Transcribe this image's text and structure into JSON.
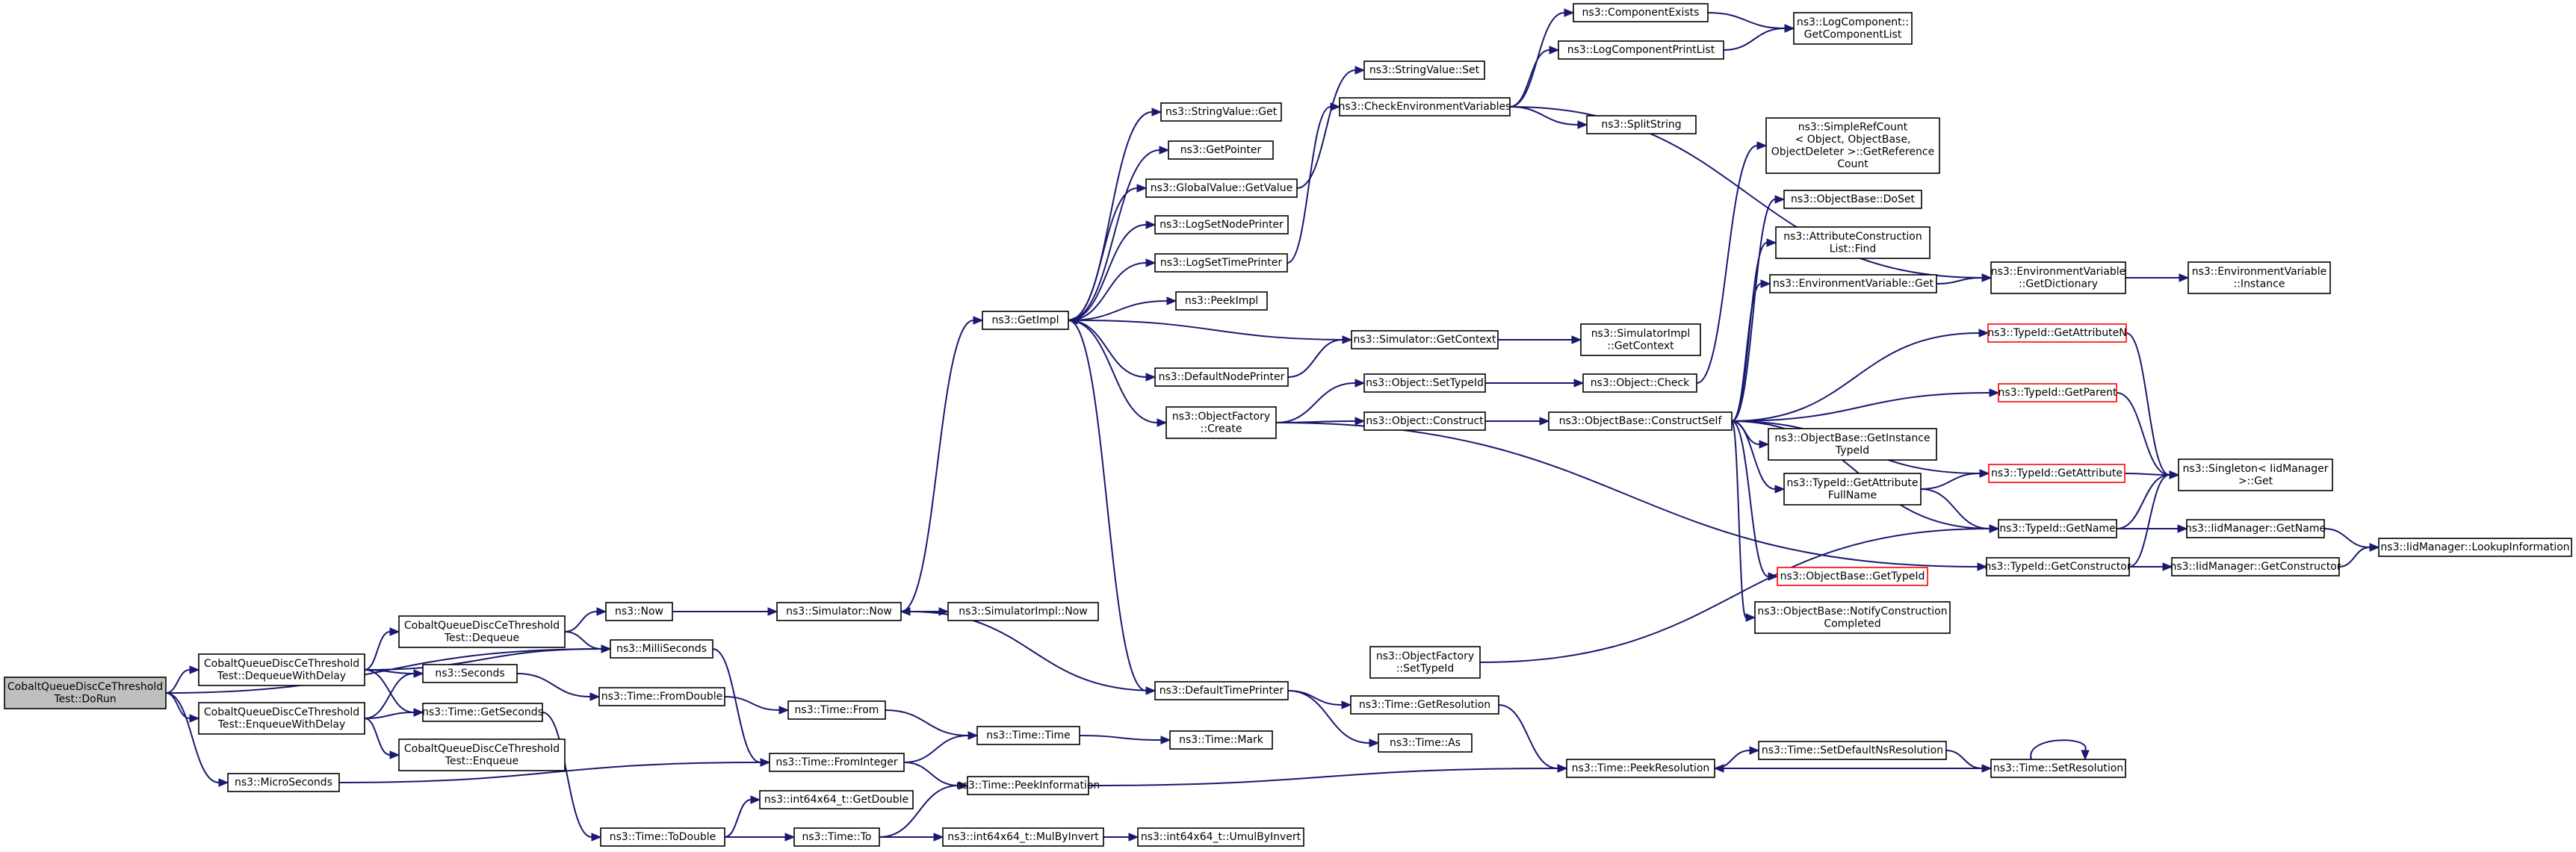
{
  "colors": {
    "edge": "#191970",
    "node_border": "#000000",
    "node_fill": "#ffffff",
    "root_fill": "#bfbfbf",
    "truncated_border": "#ff0000"
  },
  "nodes": [
    {
      "id": "dorun",
      "lines": [
        "CobaltQueueDiscCeThreshold",
        "Test::DoRun"
      ],
      "style": "root"
    },
    {
      "id": "deqdelay",
      "lines": [
        "CobaltQueueDiscCeThreshold",
        "Test::DequeueWithDelay"
      ]
    },
    {
      "id": "enqdelay",
      "lines": [
        "CobaltQueueDiscCeThreshold",
        "Test::EnqueueWithDelay"
      ]
    },
    {
      "id": "microseconds",
      "lines": [
        "ns3::MicroSeconds"
      ]
    },
    {
      "id": "dequeue",
      "lines": [
        "CobaltQueueDiscCeThreshold",
        "Test::Dequeue"
      ]
    },
    {
      "id": "milliseconds",
      "lines": [
        "ns3::MilliSeconds"
      ]
    },
    {
      "id": "seconds",
      "lines": [
        "ns3::Seconds"
      ]
    },
    {
      "id": "getseconds",
      "lines": [
        "ns3::Time::GetSeconds"
      ]
    },
    {
      "id": "enqueue",
      "lines": [
        "CobaltQueueDiscCeThreshold",
        "Test::Enqueue"
      ]
    },
    {
      "id": "now",
      "lines": [
        "ns3::Now"
      ]
    },
    {
      "id": "fromdouble",
      "lines": [
        "ns3::Time::FromDouble"
      ]
    },
    {
      "id": "todouble",
      "lines": [
        "ns3::Time::ToDouble"
      ]
    },
    {
      "id": "simnow",
      "lines": [
        "ns3::Simulator::Now"
      ]
    },
    {
      "id": "timefrom",
      "lines": [
        "ns3::Time::From"
      ]
    },
    {
      "id": "frominteger",
      "lines": [
        "ns3::Time::FromInteger"
      ]
    },
    {
      "id": "getdouble",
      "lines": [
        "ns3::int64x64_t::GetDouble"
      ]
    },
    {
      "id": "timeto",
      "lines": [
        "ns3::Time::To"
      ]
    },
    {
      "id": "simimplnow",
      "lines": [
        "ns3::SimulatorImpl::Now"
      ]
    },
    {
      "id": "timetime",
      "lines": [
        "ns3::Time::Time"
      ]
    },
    {
      "id": "peekinfo",
      "lines": [
        "ns3::Time::PeekInformation"
      ]
    },
    {
      "id": "mulbyinvert",
      "lines": [
        "ns3::int64x64_t::MulByInvert"
      ]
    },
    {
      "id": "getimpl",
      "lines": [
        "ns3::GetImpl"
      ]
    },
    {
      "id": "stringvalueget",
      "lines": [
        "ns3::StringValue::Get"
      ]
    },
    {
      "id": "getpointer",
      "lines": [
        "ns3::GetPointer"
      ]
    },
    {
      "id": "globalvalue",
      "lines": [
        "ns3::GlobalValue::GetValue"
      ]
    },
    {
      "id": "logsetnode",
      "lines": [
        "ns3::LogSetNodePrinter"
      ]
    },
    {
      "id": "logsettime",
      "lines": [
        "ns3::LogSetTimePrinter"
      ]
    },
    {
      "id": "peekimpl",
      "lines": [
        "ns3::PeekImpl"
      ]
    },
    {
      "id": "defaultnode",
      "lines": [
        "ns3::DefaultNodePrinter"
      ]
    },
    {
      "id": "objfactorycreate",
      "lines": [
        "ns3::ObjectFactory",
        "::Create"
      ]
    },
    {
      "id": "defaulttime",
      "lines": [
        "ns3::DefaultTimePrinter"
      ]
    },
    {
      "id": "timemark",
      "lines": [
        "ns3::Time::Mark"
      ]
    },
    {
      "id": "umulbyinvert",
      "lines": [
        "ns3::int64x64_t::UmulByInvert"
      ]
    },
    {
      "id": "stringvalueset",
      "lines": [
        "ns3::StringValue::Set"
      ]
    },
    {
      "id": "checkenv",
      "lines": [
        "ns3::CheckEnvironmentVariables"
      ]
    },
    {
      "id": "simgetcontext",
      "lines": [
        "ns3::Simulator::GetContext"
      ]
    },
    {
      "id": "objsettypeid",
      "lines": [
        "ns3::Object::SetTypeId"
      ]
    },
    {
      "id": "objconstruct",
      "lines": [
        "ns3::Object::Construct"
      ]
    },
    {
      "id": "objfactorysettypeid",
      "lines": [
        "ns3::ObjectFactory",
        "::SetTypeId"
      ]
    },
    {
      "id": "getresolution",
      "lines": [
        "ns3::Time::GetResolution"
      ]
    },
    {
      "id": "timeas",
      "lines": [
        "ns3::Time::As"
      ]
    },
    {
      "id": "peekresolution",
      "lines": [
        "ns3::Time::PeekResolution"
      ]
    },
    {
      "id": "componentexists",
      "lines": [
        "ns3::ComponentExists"
      ]
    },
    {
      "id": "logcompprint",
      "lines": [
        "ns3::LogComponentPrintList"
      ]
    },
    {
      "id": "splitstring",
      "lines": [
        "ns3::SplitString"
      ]
    },
    {
      "id": "simimplgetcontext",
      "lines": [
        "ns3::SimulatorImpl",
        "::GetContext"
      ]
    },
    {
      "id": "objcheck",
      "lines": [
        "ns3::Object::Check"
      ]
    },
    {
      "id": "constructself",
      "lines": [
        "ns3::ObjectBase::ConstructSelf"
      ]
    },
    {
      "id": "logcompgetlist",
      "lines": [
        "ns3::LogComponent::",
        "GetComponentList"
      ]
    },
    {
      "id": "simplerefcount",
      "lines": [
        "ns3::SimpleRefCount",
        "< Object, ObjectBase,",
        "ObjectDeleter >::GetReference",
        "Count"
      ]
    },
    {
      "id": "objbasedoset",
      "lines": [
        "ns3::ObjectBase::DoSet"
      ]
    },
    {
      "id": "attrconstruct",
      "lines": [
        "ns3::AttributeConstruction",
        "List::Find"
      ]
    },
    {
      "id": "envvarget",
      "lines": [
        "ns3::EnvironmentVariable::Get"
      ]
    },
    {
      "id": "getinstancetypeid",
      "lines": [
        "ns3::ObjectBase::GetInstance",
        "TypeId"
      ]
    },
    {
      "id": "getattrfullname",
      "lines": [
        "ns3::TypeId::GetAttribute",
        "FullName"
      ]
    },
    {
      "id": "objbasegettypeid",
      "lines": [
        "ns3::ObjectBase::GetTypeId"
      ],
      "style": "red"
    },
    {
      "id": "notifyconstruct",
      "lines": [
        "ns3::ObjectBase::NotifyConstruction",
        "Completed"
      ]
    },
    {
      "id": "setdefaultns",
      "lines": [
        "ns3::Time::SetDefaultNsResolution"
      ]
    },
    {
      "id": "envvargetdict",
      "lines": [
        "ns3::EnvironmentVariable",
        "::GetDictionary"
      ]
    },
    {
      "id": "typeidgetattrn",
      "lines": [
        "ns3::TypeId::GetAttributeN"
      ],
      "style": "red"
    },
    {
      "id": "typeidgetparent",
      "lines": [
        "ns3::TypeId::GetParent"
      ],
      "style": "red"
    },
    {
      "id": "typeidgetattr",
      "lines": [
        "ns3::TypeId::GetAttribute"
      ],
      "style": "red"
    },
    {
      "id": "typeidgetname",
      "lines": [
        "ns3::TypeId::GetName"
      ]
    },
    {
      "id": "typeidgetctor",
      "lines": [
        "ns3::TypeId::GetConstructor"
      ]
    },
    {
      "id": "setresolution",
      "lines": [
        "ns3::Time::SetResolution"
      ]
    },
    {
      "id": "envvarinstance",
      "lines": [
        "ns3::EnvironmentVariable",
        "::Instance"
      ]
    },
    {
      "id": "singletonget",
      "lines": [
        "ns3::Singleton< IidManager",
        ">::Get"
      ]
    },
    {
      "id": "iidgetname",
      "lines": [
        "ns3::IidManager::GetName"
      ]
    },
    {
      "id": "iidgetctor",
      "lines": [
        "ns3::IidManager::GetConstructor"
      ]
    },
    {
      "id": "iidlookup",
      "lines": [
        "ns3::IidManager::LookupInformation"
      ]
    }
  ],
  "edges": [
    [
      "dorun",
      "deqdelay"
    ],
    [
      "dorun",
      "enqdelay"
    ],
    [
      "dorun",
      "microseconds"
    ],
    [
      "dorun",
      "milliseconds"
    ],
    [
      "deqdelay",
      "dequeue"
    ],
    [
      "deqdelay",
      "milliseconds"
    ],
    [
      "deqdelay",
      "seconds"
    ],
    [
      "deqdelay",
      "getseconds"
    ],
    [
      "enqdelay",
      "seconds"
    ],
    [
      "enqdelay",
      "getseconds"
    ],
    [
      "enqdelay",
      "enqueue"
    ],
    [
      "microseconds",
      "frominteger"
    ],
    [
      "dequeue",
      "now"
    ],
    [
      "dequeue",
      "milliseconds"
    ],
    [
      "milliseconds",
      "frominteger"
    ],
    [
      "seconds",
      "fromdouble"
    ],
    [
      "getseconds",
      "todouble"
    ],
    [
      "now",
      "simnow"
    ],
    [
      "fromdouble",
      "timefrom"
    ],
    [
      "todouble",
      "getdouble"
    ],
    [
      "todouble",
      "timeto"
    ],
    [
      "simnow",
      "simimplnow"
    ],
    [
      "simnow",
      "getimpl"
    ],
    [
      "timefrom",
      "timetime"
    ],
    [
      "frominteger",
      "timetime"
    ],
    [
      "frominteger",
      "peekinfo"
    ],
    [
      "timeto",
      "peekinfo"
    ],
    [
      "timeto",
      "mulbyinvert"
    ],
    [
      "timetime",
      "timemark"
    ],
    [
      "peekinfo",
      "peekresolution"
    ],
    [
      "mulbyinvert",
      "umulbyinvert"
    ],
    [
      "getimpl",
      "stringvalueget"
    ],
    [
      "getimpl",
      "getpointer"
    ],
    [
      "getimpl",
      "globalvalue"
    ],
    [
      "getimpl",
      "logsetnode"
    ],
    [
      "getimpl",
      "logsettime"
    ],
    [
      "getimpl",
      "peekimpl"
    ],
    [
      "getimpl",
      "defaultnode"
    ],
    [
      "getimpl",
      "objfactorycreate"
    ],
    [
      "getimpl",
      "defaulttime"
    ],
    [
      "globalvalue",
      "stringvalueset"
    ],
    [
      "logsettime",
      "checkenv"
    ],
    [
      "defaultnode",
      "simgetcontext"
    ],
    [
      "simgetcontext",
      "getimpl"
    ],
    [
      "simgetcontext",
      "simimplgetcontext"
    ],
    [
      "objfactorycreate",
      "objsettypeid"
    ],
    [
      "objfactorycreate",
      "objconstruct"
    ],
    [
      "objfactorycreate",
      "typeidgetctor"
    ],
    [
      "defaulttime",
      "simnow"
    ],
    [
      "defaulttime",
      "getresolution"
    ],
    [
      "defaulttime",
      "timeas"
    ],
    [
      "checkenv",
      "componentexists"
    ],
    [
      "checkenv",
      "logcompprint"
    ],
    [
      "checkenv",
      "splitstring"
    ],
    [
      "checkenv",
      "envvargetdict"
    ],
    [
      "componentexists",
      "logcompgetlist"
    ],
    [
      "logcompprint",
      "logcompgetlist"
    ],
    [
      "objsettypeid",
      "objcheck"
    ],
    [
      "objconstruct",
      "constructself"
    ],
    [
      "objcheck",
      "simplerefcount"
    ],
    [
      "objfactorysettypeid",
      "typeidgetname"
    ],
    [
      "getresolution",
      "peekresolution"
    ],
    [
      "constructself",
      "objbasedoset"
    ],
    [
      "constructself",
      "attrconstruct"
    ],
    [
      "constructself",
      "envvarget"
    ],
    [
      "constructself",
      "typeidgetattrn"
    ],
    [
      "constructself",
      "typeidgetparent"
    ],
    [
      "constructself",
      "getinstancetypeid"
    ],
    [
      "constructself",
      "typeidgetattr"
    ],
    [
      "constructself",
      "getattrfullname"
    ],
    [
      "constructself",
      "typeidgetname"
    ],
    [
      "constructself",
      "objbasegettypeid"
    ],
    [
      "constructself",
      "notifyconstruct"
    ],
    [
      "envvarget",
      "envvargetdict"
    ],
    [
      "envvargetdict",
      "envvarinstance"
    ],
    [
      "getattrfullname",
      "typeidgetattr"
    ],
    [
      "getattrfullname",
      "typeidgetname"
    ],
    [
      "typeidgetattrn",
      "singletonget"
    ],
    [
      "typeidgetparent",
      "singletonget"
    ],
    [
      "typeidgetattr",
      "singletonget"
    ],
    [
      "typeidgetname",
      "singletonget"
    ],
    [
      "typeidgetname",
      "iidgetname"
    ],
    [
      "typeidgetctor",
      "singletonget"
    ],
    [
      "typeidgetctor",
      "iidgetctor"
    ],
    [
      "iidgetname",
      "iidlookup"
    ],
    [
      "iidgetctor",
      "iidlookup"
    ],
    [
      "setdefaultns",
      "setresolution"
    ],
    [
      "setresolution",
      "peekresolution"
    ],
    [
      "setresolution",
      "setresolution"
    ],
    [
      "peekresolution",
      "setdefaultns"
    ]
  ]
}
